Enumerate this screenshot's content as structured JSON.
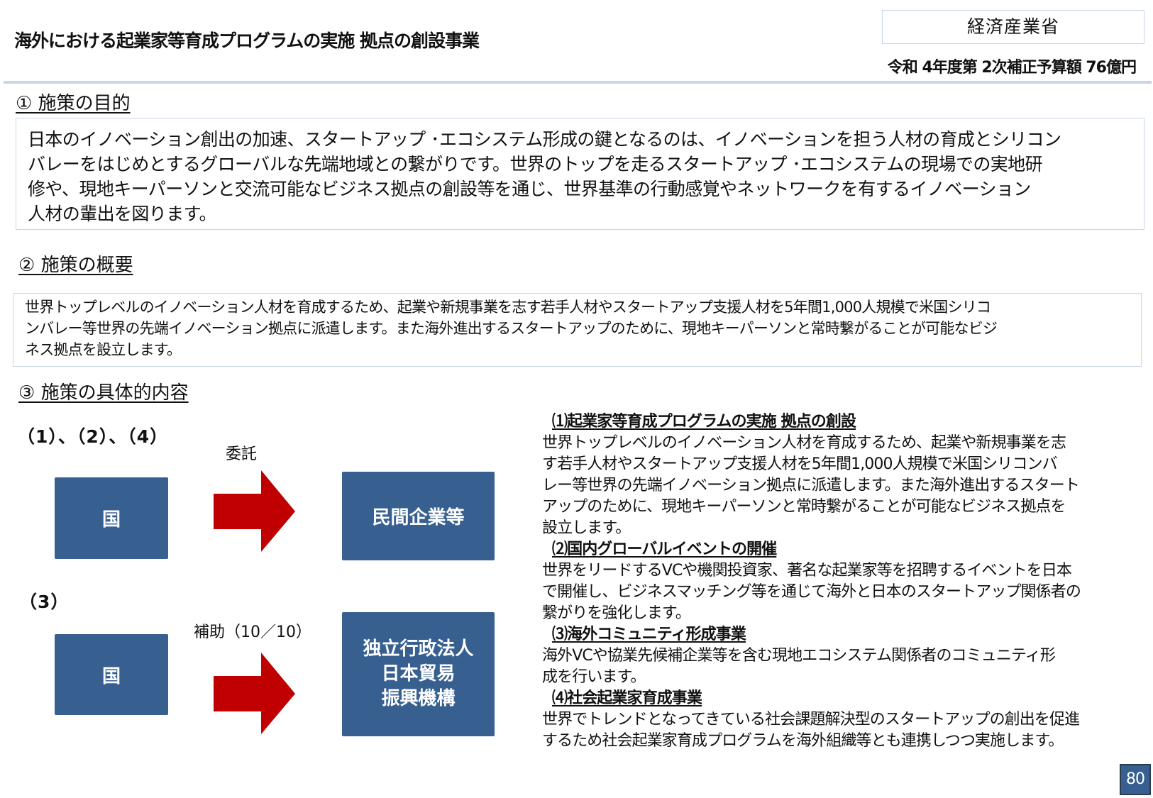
{
  "header": {
    "title": "海外における起業家等育成プログラムの実施 拠点の創設事業",
    "ministry": "経済産業省",
    "budget": "令和 4年度第 2次補正予算額 76億円"
  },
  "sections": [
    {
      "heading": "①  施策の目的",
      "body_lines": [
        "日本のイノベーション創出の加速、スタートアップ ･エコシステム形成の鍵となるのは、イノベーションを担う人材の育成とシリコン",
        "バレーをはじめとするグローバルな先端地域との繋がりです。世界のトップを走るスタートアップ ･エコシステムの現場での実地研",
        "修や、現地キーパーソンと交流可能なビジネス拠点の創設等を通じ、世界基準の行動感覚やネットワークを有するイノベーション",
        "人材の輩出を図ります。"
      ]
    },
    {
      "heading": "②  施策の概要",
      "body_lines": [
        "世界トップレベルのイノベーション人材を育成するため、起業や新規事業を志す若手人材やスタートアップ支援人材を5年間1,000人規模で米国シリコ",
        "ンバレー等世界の先端イノベーション拠点に派遣します。また海外進出するスタートアップのために、現地キーパーソンと常時繋がることが可能なビジ",
        "ネス拠点を設立します。"
      ]
    },
    {
      "heading": "③  施策の具体的内容"
    }
  ],
  "diagram": {
    "group1": {
      "label": "（1）、（2）、（4）",
      "from": "国",
      "relation": "委託",
      "to": "民間企業等"
    },
    "group2": {
      "label": "（3）",
      "from": "国",
      "relation": "補助（10／10）",
      "to_lines": [
        "独立行政法人",
        "日本貿易",
        "振興機構"
      ]
    },
    "colors": {
      "box": "#376091",
      "arrow": "#c00000"
    }
  },
  "details": [
    {
      "heading": "⑴起業家等育成プログラムの実施 拠点の創設",
      "lines": [
        "世界トップレベルのイノベーション人材を育成するため、起業や新規事業を志",
        "す若手人材やスタートアップ支援人材を5年間1,000人規模で米国シリコンバ",
        "レー等世界の先端イノベーション拠点に派遣します。また海外進出するスタート",
        "アップのために、現地キーパーソンと常時繋がることが可能なビジネス拠点を",
        "設立します。"
      ]
    },
    {
      "heading": "⑵国内グローバルイベントの開催",
      "lines": [
        "世界をリードするVCや機関投資家、著名な起業家等を招聘するイベントを日本",
        "で開催し、ビジネスマッチング等を通じて海外と日本のスタートアップ関係者の",
        "繋がりを強化します。"
      ]
    },
    {
      "heading": "⑶海外コミュニティ形成事業",
      "lines": [
        "海外VCや協業先候補企業等を含む現地エコシステム関係者のコミュニティ形",
        "成を行います。"
      ]
    },
    {
      "heading": "⑷社会起業家育成事業",
      "lines": [
        "世界でトレンドとなってきている社会課題解決型のスタートアップの創出を促進",
        "するため社会起業家育成プログラムを海外組織等とも連携しつつ実施します。"
      ]
    }
  ],
  "page_number": "80"
}
